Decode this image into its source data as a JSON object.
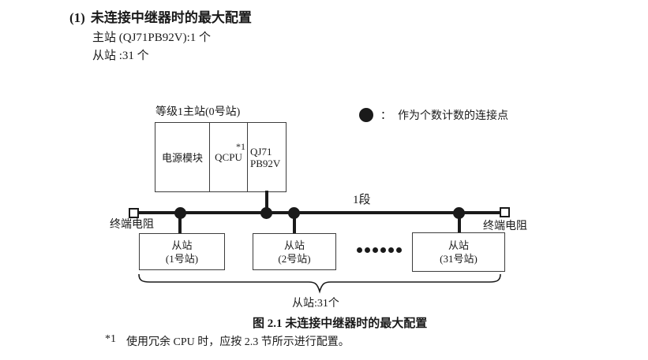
{
  "heading": {
    "number": "(1)",
    "title": "未连接中继器时的最大配置"
  },
  "specs": {
    "master": "主站 (QJ71PB92V):1 个",
    "slaves": "从站 :31 个"
  },
  "diagram": {
    "master_group_label": "等级1主站(0号站)",
    "modules": [
      {
        "name": "电源模块"
      },
      {
        "name": "QCPU",
        "note": "*1"
      },
      {
        "name": "QJ71\nPB92V"
      }
    ],
    "legend": {
      "symbol_name": "connection-point-dot",
      "separator": "：",
      "text": "作为个数计数的连接点"
    },
    "segment_label": "1段",
    "terminator_left": "终端电阻",
    "terminator_right": "终端电阻",
    "slaves": [
      {
        "line1": "从站",
        "line2": "(1号站)"
      },
      {
        "line1": "从站",
        "line2": "(2号站)"
      },
      {
        "line1": "从站",
        "line2": "(31号站)"
      }
    ],
    "brace_label": "从站:31个"
  },
  "caption": "图 2.1 未连接中继器时的最大配置",
  "footnote": {
    "marker": "*1",
    "text": "使用冗余 CPU 时，应按 2.3 节所示进行配置。"
  },
  "colors": {
    "ink": "#1a1a1a",
    "border": "#3d3d3d",
    "background": "#ffffff"
  }
}
